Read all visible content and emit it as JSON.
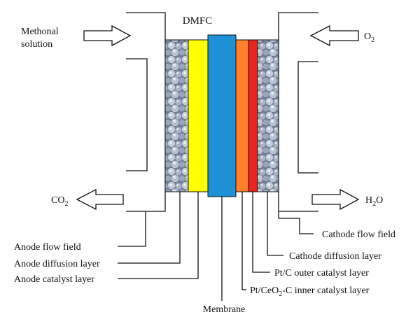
{
  "title": "DMFC",
  "inputs": {
    "anode_in_line1": "Methonal",
    "anode_in_line2": "solution",
    "cathode_in": "O",
    "cathode_in_sub": "2",
    "anode_out": "CO",
    "anode_out_sub": "2",
    "cathode_out_pre": "H",
    "cathode_out_sub": "2",
    "cathode_out_post": "O"
  },
  "layers": [
    {
      "name": "anode-diffusion-layer",
      "color": "#8a98ad"
    },
    {
      "name": "anode-catalyst-layer",
      "color": "#ffff00"
    },
    {
      "name": "membrane",
      "color": "#1e90d6"
    },
    {
      "name": "inner-catalyst-layer",
      "color": "#ff7f2a"
    },
    {
      "name": "outer-catalyst-layer",
      "color": "#e8241c"
    },
    {
      "name": "cathode-diffusion-layer",
      "color": "#8a98ad"
    }
  ],
  "labels": {
    "anode_flow_field": "Anode flow field",
    "anode_diffusion_layer": "Anode diffusion layer",
    "anode_catalyst_layer": "Anode catalyst layer",
    "membrane": "Membrane",
    "inner_catalyst_pre": "Pt/CeO",
    "inner_catalyst_sub": "2",
    "inner_catalyst_post": "-C inner catalyst layer",
    "outer_catalyst_layer": "Pt/C outer catalyst layer",
    "cathode_diffusion_layer": "Cathode diffusion layer",
    "cathode_flow_field": "Cathode flow field"
  }
}
